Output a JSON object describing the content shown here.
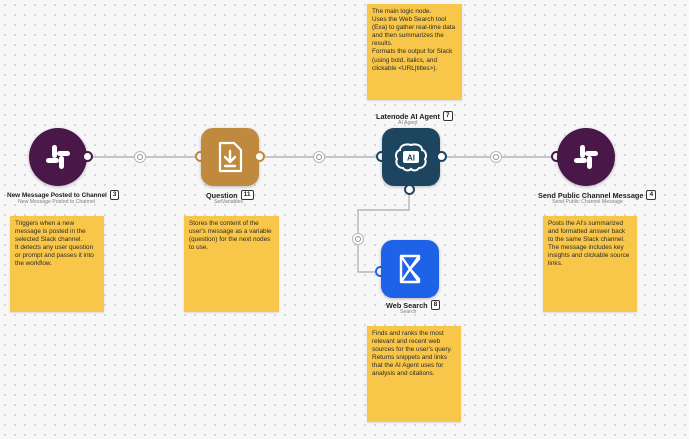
{
  "colors": {
    "slack": "#4a1848",
    "question": "#c08a3e",
    "agent": "#1d4560",
    "search": "#1e62e8",
    "sticky": "#f8c649",
    "wire": "#b3b6bd"
  },
  "nodes": {
    "trigger": {
      "title": "New Message Posted to Channel",
      "id": "3",
      "subtitle": "New Message Posted to Channel",
      "icon": "slack-icon"
    },
    "question": {
      "title": "Question",
      "id": "11",
      "subtitle": "SetVariables",
      "icon": "download-document-icon"
    },
    "agent": {
      "title": "Latenode AI Agent",
      "id": "7",
      "subtitle": "AI Agent",
      "icon_text": "AI",
      "icon": "ai-brain-icon"
    },
    "send": {
      "title": "Send Public Channel Message",
      "id": "4",
      "subtitle": "Send Public Channel Message",
      "icon": "slack-icon"
    },
    "search": {
      "title": "Web Search",
      "id": "8",
      "subtitle": "Search",
      "icon": "exa-logo-icon"
    }
  },
  "notes": {
    "agent": [
      "The main logic node.",
      "Uses the Web Search tool (Exa) to gather real-time data and then summarizes the results.",
      "Formats the output for Slack (using bold, italics, and clickable <URL|titles>)."
    ],
    "trigger": [
      "Triggers when a new message is posted in the selected Slack channel.",
      "It detects any user question or prompt and passes it into the workflow."
    ],
    "question": [
      "Stores the content of the user's message as a variable (question) for the next nodes to use."
    ],
    "send": [
      "Posts the AI's summarized and formatted answer back to the same Slack channel.",
      "The message includes key insights and clickable source links."
    ],
    "search": [
      "Finds and ranks the most relevant and recent web sources for the user's query. Returns snippets and links that the AI Agent uses for analysis and citations."
    ]
  }
}
